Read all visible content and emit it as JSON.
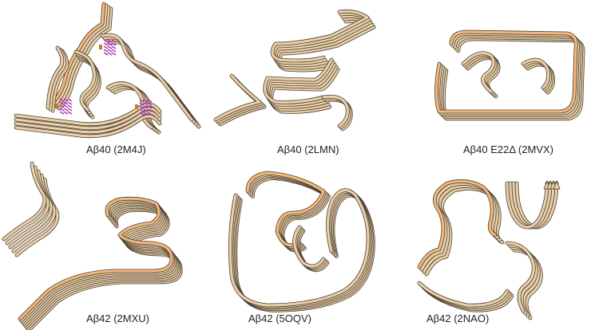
{
  "colors": {
    "ribbon": "#e8cfa8",
    "ribbon_shadow": "#4a3f33",
    "ribbon_highlight": "#f2b77a",
    "ligand": "#b03ab8",
    "ligand_accent": "#c47a2c"
  },
  "panels": [
    {
      "id": "p1",
      "caption": "Aβ40 (2M4J)"
    },
    {
      "id": "p2",
      "caption": "Aβ40 (2LMN)"
    },
    {
      "id": "p3",
      "caption": "Aβ40 E22Δ (2MVX)"
    },
    {
      "id": "p4",
      "caption": "Aβ42 (2MXU)"
    },
    {
      "id": "p5",
      "caption": "Aβ42 (5OQV)"
    },
    {
      "id": "p6",
      "caption": "Aβ42 (2NAO)"
    }
  ]
}
